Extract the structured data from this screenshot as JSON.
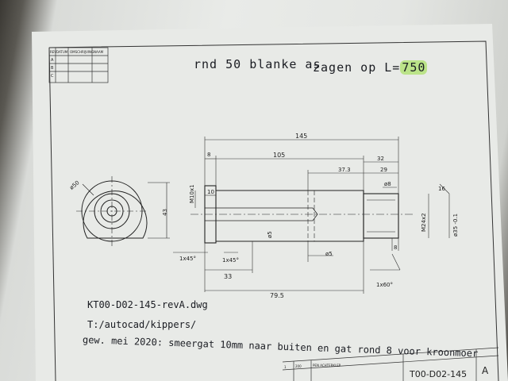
{
  "notes": {
    "material_prefix": "rnd 50 blanke as",
    "saw_prefix": "zagen op L=",
    "saw_length": "750"
  },
  "revision_table": {
    "headers": [
      "REV",
      "DATUM",
      "OMSCHRIJVING",
      "NAAM"
    ],
    "rows": [
      "A",
      "B",
      "C"
    ]
  },
  "dimensions": {
    "overall_length": "145",
    "d_8": "8",
    "d_105": "105",
    "d_32": "32",
    "d_37_3": "37.3",
    "d_29": "29",
    "d_16": "16",
    "dia_8": "ø8",
    "thread_top": "M10x1",
    "d_10": "10",
    "dia_5_center": "ø5",
    "dia_5_bottom": "ø5",
    "thread_right": "M24x2",
    "dia_35": "ø35 -0.1",
    "d_8_bottom": "8",
    "chamfer_left": "1x45°",
    "chamfer_mid": "1x45°",
    "d_33": "33",
    "d_79_5": "79.5",
    "chamfer_right": "1x60°",
    "end_view_dia": "ø50",
    "end_view_dim": "43"
  },
  "handwriting": {
    "filename": "KT00-D02-145-revA.dwg",
    "path": "T:/autocad/kippers/",
    "change_note": "gew. mei 2020: smeergat 10mm naar buiten en gat rond 8 voor kroonmoer"
  },
  "title_block": {
    "item_no": "1",
    "qty": "200",
    "description": "PEN ACHTERKLEP",
    "drawing_no": "T00-D02-145",
    "rev": "A"
  }
}
